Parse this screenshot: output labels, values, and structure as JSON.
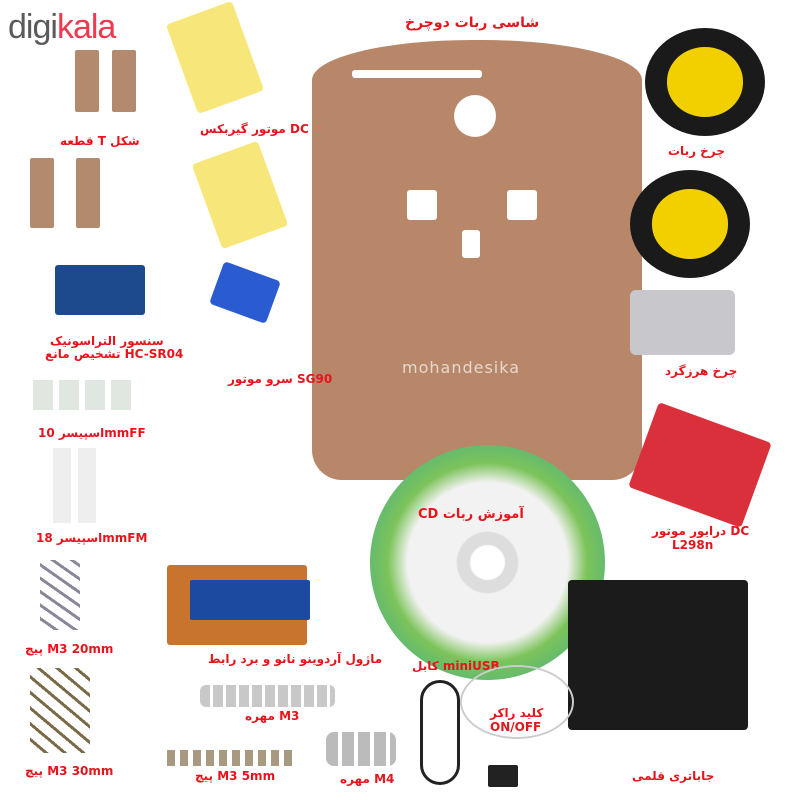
{
  "logo": {
    "part1": "digi",
    "part2": "kala"
  },
  "labels": {
    "chassis": "شاسی ربات دوچرخ",
    "gear_motor": "موتور گیربکس DC",
    "t_piece": "قطعه T شکل",
    "robot_wheel": "چرخ ربات",
    "ultrasonic_line1": "سنسور التراسونیک",
    "ultrasonic_line2": "تشخیص مانع HC-SR04",
    "servo": "سرو موتور SG90",
    "caster": "چرخ هرزگرد",
    "spacer_ff": "اسپیسر 10mmFF",
    "spacer_fm": "اسپیسر 18mmFM",
    "cd": "CD آموزش ربات",
    "driver_line1": "درایور موتور DC",
    "driver_line2": "L298n",
    "screw_20": "پیچ  M3  20mm",
    "arduino": "ماژول آردوینو نانو و برد رابط",
    "nut_m3": "مهره  M3",
    "usb_cable": "کابل miniUSB",
    "rocker_line1": "کلید راکر",
    "rocker_line2": "ON/OFF",
    "screw_30": "پیچ  M3  30mm",
    "screw_5": "پیچ  M3  5mm",
    "nut_m4": "مهره  M4",
    "battery": "جاباتری قلمی"
  },
  "watermark": "mohandesika"
}
